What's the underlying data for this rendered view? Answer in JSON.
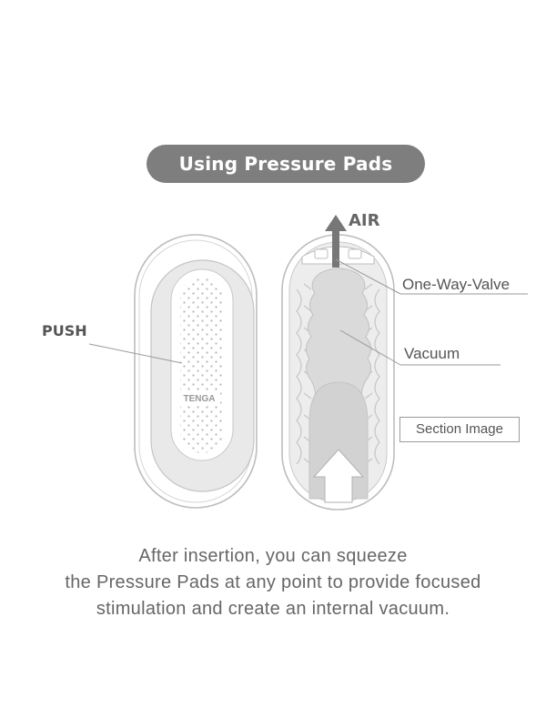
{
  "title": "Using Pressure Pads",
  "labels": {
    "push": "PUSH",
    "air": "AIR",
    "one_way_valve": "One-Way-Valve",
    "vacuum": "Vacuum",
    "section_image": "Section Image"
  },
  "logo_text": "TENGA",
  "caption": {
    "line1": "After insertion, you can squeeze",
    "line2": "the Pressure Pads at any point to provide focused",
    "line3": "stimulation and create an internal vacuum."
  },
  "colors": {
    "title_bg": "#7e7e7e",
    "outline": "#bdbdbd",
    "shell_fill": "#e9e9e9",
    "pad_fill": "#ffffff",
    "dot": "#b9b9b9",
    "inner_dark": "#d2d2d2",
    "text": "#555555"
  }
}
